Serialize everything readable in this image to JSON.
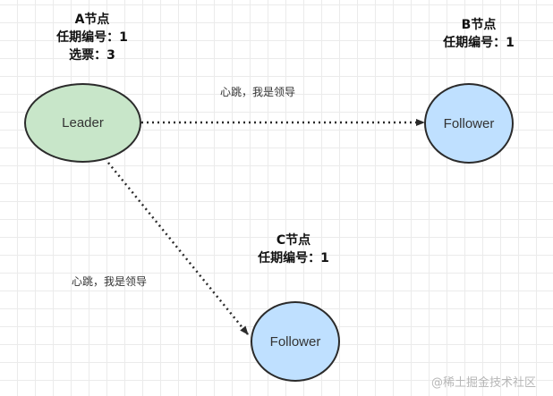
{
  "colors": {
    "leader_fill": "#c8e6c9",
    "follower_fill": "#bfe0ff",
    "stroke": "#2b2b2b"
  },
  "nodes": {
    "a": {
      "label": "Leader"
    },
    "b": {
      "label": "Follower"
    },
    "c": {
      "label": "Follower"
    }
  },
  "info": {
    "a": {
      "title": "A节点",
      "term": "任期编号：1",
      "votes": "选票：3"
    },
    "b": {
      "title": "B节点",
      "term": "任期编号：1"
    },
    "c": {
      "title": "C节点",
      "term": "任期编号：1"
    }
  },
  "edges": {
    "a_to_b": {
      "label": "心跳，我是领导"
    },
    "a_to_c": {
      "label": "心跳，我是领导"
    }
  },
  "watermark": {
    "text": "@稀土掘金技术社区"
  }
}
